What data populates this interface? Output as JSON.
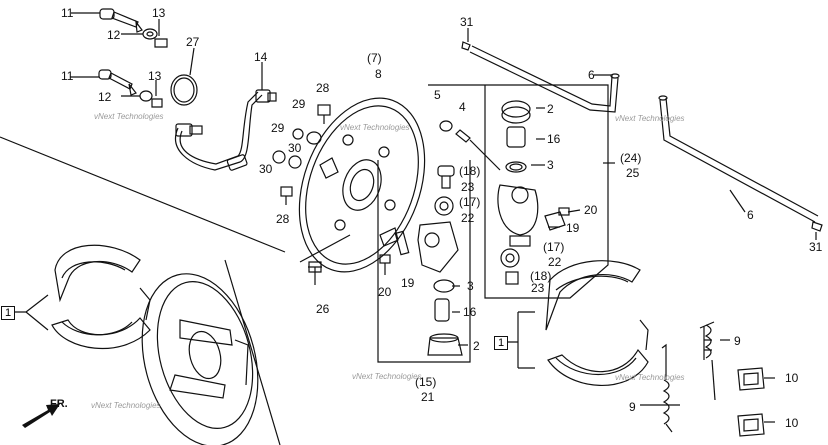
{
  "callouts": [
    {
      "key": "p11a",
      "text": "11"
    },
    {
      "key": "p12a",
      "text": "12"
    },
    {
      "key": "p13a",
      "text": "13"
    },
    {
      "key": "p11b",
      "text": "11"
    },
    {
      "key": "p12b",
      "text": "12"
    },
    {
      "key": "p13b",
      "text": "13"
    },
    {
      "key": "p27",
      "text": "27"
    },
    {
      "key": "p14",
      "text": "14"
    },
    {
      "key": "p28a",
      "text": "28"
    },
    {
      "key": "p29a",
      "text": "29"
    },
    {
      "key": "p29b",
      "text": "29"
    },
    {
      "key": "p30a",
      "text": "30"
    },
    {
      "key": "p30b",
      "text": "30"
    },
    {
      "key": "p28b",
      "text": "28"
    },
    {
      "key": "p7",
      "text": "(7)"
    },
    {
      "key": "p8",
      "text": "8"
    },
    {
      "key": "p26",
      "text": "26"
    },
    {
      "key": "p5",
      "text": "5"
    },
    {
      "key": "p4",
      "text": "4"
    },
    {
      "key": "p18a",
      "text": "(18)"
    },
    {
      "key": "p23a",
      "text": "23"
    },
    {
      "key": "p17a",
      "text": "(17)"
    },
    {
      "key": "p22a",
      "text": "22"
    },
    {
      "key": "p20a",
      "text": "20"
    },
    {
      "key": "p19a",
      "text": "19"
    },
    {
      "key": "p3a",
      "text": "3"
    },
    {
      "key": "p16a",
      "text": "16"
    },
    {
      "key": "p2a",
      "text": "2"
    },
    {
      "key": "p15",
      "text": "(15)"
    },
    {
      "key": "p21",
      "text": "21"
    },
    {
      "key": "p2b",
      "text": "2"
    },
    {
      "key": "p16b",
      "text": "16"
    },
    {
      "key": "p3b",
      "text": "3"
    },
    {
      "key": "p24",
      "text": "(24)"
    },
    {
      "key": "p25",
      "text": "25"
    },
    {
      "key": "p20b",
      "text": "20"
    },
    {
      "key": "p19b",
      "text": "19"
    },
    {
      "key": "p17b",
      "text": "(17)"
    },
    {
      "key": "p22b",
      "text": "22"
    },
    {
      "key": "p18b",
      "text": "(18)"
    },
    {
      "key": "p23b",
      "text": "23"
    },
    {
      "key": "p31a",
      "text": "31"
    },
    {
      "key": "p6a",
      "text": "6"
    },
    {
      "key": "p6b",
      "text": "6"
    },
    {
      "key": "p31b",
      "text": "31"
    },
    {
      "key": "p9a",
      "text": "9"
    },
    {
      "key": "p9b",
      "text": "9"
    },
    {
      "key": "p10a",
      "text": "10"
    },
    {
      "key": "p10b",
      "text": "10"
    }
  ],
  "boxed_callouts": [
    {
      "key": "b1a",
      "text": "1"
    },
    {
      "key": "b1b",
      "text": "1"
    }
  ],
  "watermark": "vNext Technologies",
  "direction_label": "FR.",
  "colors": {
    "ink": "#111111",
    "watermark": "#9a9a9a",
    "background": "#ffffff"
  }
}
